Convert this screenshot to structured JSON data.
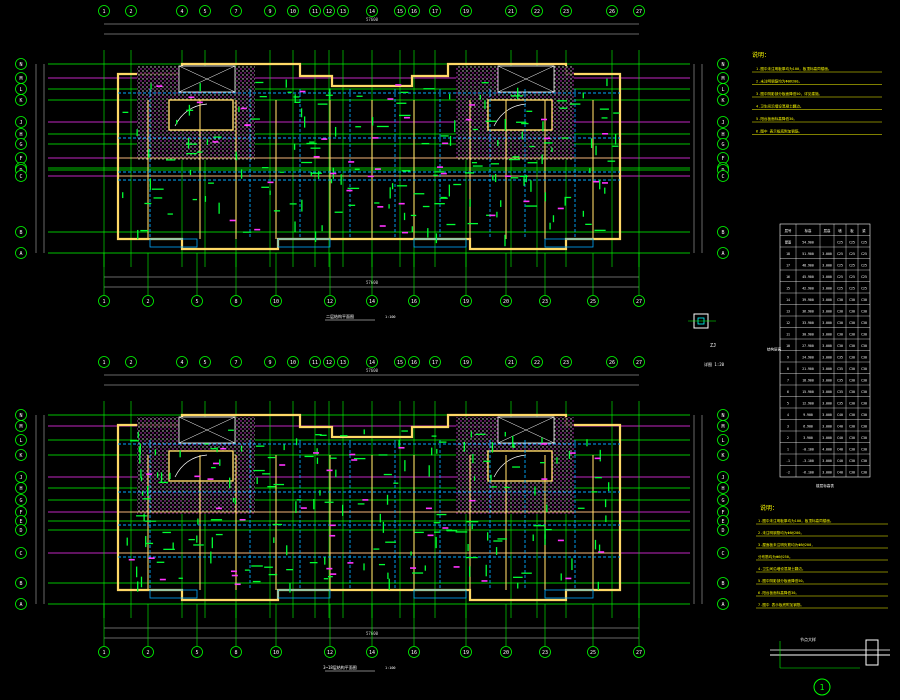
{
  "drawing": {
    "background": "#000000",
    "colors": {
      "grid": "#00ff00",
      "dim": "#cfcfcf",
      "wall": "#ffd966",
      "beam": "#00a8ff",
      "hatch": "#ff33ff",
      "slab": "#00ff33",
      "text_magenta": "#ff00ff",
      "white": "#ffffff",
      "cyan": "#00ffff"
    },
    "top_plan": {
      "column_axes": [
        "1",
        "2",
        "4",
        "5",
        "7",
        "9",
        "10",
        "11",
        "12",
        "13",
        "14",
        "15",
        "16",
        "17",
        "19",
        "21",
        "22",
        "23",
        "26",
        "27"
      ],
      "bottom_axes": [
        "1",
        "2",
        "5",
        "8",
        "10",
        "12",
        "14",
        "16",
        "19",
        "20",
        "23",
        "25",
        "27"
      ],
      "row_axes": [
        "N",
        "M",
        "L",
        "K",
        "J",
        "H",
        "G",
        "F",
        "E",
        "D",
        "C",
        "B",
        "A"
      ],
      "overall_dim": "57600",
      "title": "二层结构平面图",
      "scale": "1:100"
    },
    "bottom_plan": {
      "column_axes": [
        "1",
        "2",
        "4",
        "5",
        "7",
        "9",
        "10",
        "11",
        "12",
        "13",
        "14",
        "15",
        "16",
        "17",
        "19",
        "21",
        "22",
        "23",
        "26",
        "27"
      ],
      "bottom_axes": [
        "1",
        "2",
        "5",
        "8",
        "10",
        "12",
        "14",
        "16",
        "19",
        "20",
        "23",
        "25",
        "27"
      ],
      "row_axes": [
        "N",
        "M",
        "L",
        "K",
        "J",
        "H",
        "G",
        "F",
        "E",
        "D",
        "C",
        "B",
        "A"
      ],
      "overall_dim": "57600",
      "title": "3~18层结构平面图",
      "scale": "1:100"
    },
    "notes_top": {
      "heading": "说明：",
      "lines": [
        "1.图中未注明板厚均为100，板顶标高同楼面。",
        "2.未注明钢筋均为Φ8@200。",
        "3.图中阴影部分板面降低50，详见建施。",
        "4.卫生间沿墙设混凝土翻边。",
        "5.阳台板面标高降低30。",
        "6.图中 表示板底附加钢筋。"
      ]
    },
    "notes_bottom": {
      "heading": "说明：",
      "lines": [
        "1.图中未注明板厚均为100，板顶标高同楼面。",
        "2.未注明钢筋均为Φ8@200。",
        "3.屋面板未注明负筋均为Φ8@200，",
        "  分布筋均为Φ6@250。",
        "4.卫生间沿墙设混凝土翻边。",
        "5.图中阴影部分板面降低50。",
        "6.阳台板面标高降低30。",
        "7.图中 表示板底附加钢筋。"
      ]
    },
    "table": {
      "title": "楼层标高表",
      "col_heads": [
        "层号",
        "标高",
        "层高",
        "墙",
        "板",
        "梁"
      ],
      "rows": [
        [
          "屋面",
          "54.900",
          "",
          "C25",
          "C25",
          "C25"
        ],
        [
          "18",
          "51.900",
          "3.000",
          "C25",
          "C25",
          "C25"
        ],
        [
          "17",
          "48.900",
          "3.000",
          "C25",
          "C25",
          "C25"
        ],
        [
          "16",
          "45.900",
          "3.000",
          "C25",
          "C25",
          "C25"
        ],
        [
          "15",
          "42.900",
          "3.000",
          "C25",
          "C25",
          "C25"
        ],
        [
          "14",
          "39.900",
          "3.000",
          "C30",
          "C30",
          "C30"
        ],
        [
          "13",
          "36.900",
          "3.000",
          "C30",
          "C30",
          "C30"
        ],
        [
          "12",
          "33.900",
          "3.000",
          "C30",
          "C30",
          "C30"
        ],
        [
          "11",
          "30.900",
          "3.000",
          "C30",
          "C30",
          "C30"
        ],
        [
          "10",
          "27.900",
          "3.000",
          "C30",
          "C30",
          "C30"
        ],
        [
          "9",
          "24.900",
          "3.000",
          "C35",
          "C30",
          "C30"
        ],
        [
          "8",
          "21.900",
          "3.000",
          "C35",
          "C30",
          "C30"
        ],
        [
          "7",
          "18.900",
          "3.000",
          "C35",
          "C30",
          "C30"
        ],
        [
          "6",
          "15.900",
          "3.000",
          "C35",
          "C30",
          "C30"
        ],
        [
          "5",
          "12.900",
          "3.000",
          "C35",
          "C30",
          "C30"
        ],
        [
          "4",
          "9.900",
          "3.000",
          "C40",
          "C30",
          "C30"
        ],
        [
          "3",
          "6.900",
          "3.000",
          "C40",
          "C30",
          "C30"
        ],
        [
          "2",
          "3.900",
          "3.000",
          "C40",
          "C30",
          "C30"
        ],
        [
          "1",
          "-0.100",
          "4.000",
          "C40",
          "C30",
          "C30"
        ],
        [
          "-1",
          "-3.100",
          "3.000",
          "C40",
          "C30",
          "C30"
        ],
        [
          "-2",
          "-6.100",
          "3.000",
          "C40",
          "C30",
          "C30"
        ]
      ],
      "footer": "结构层高"
    },
    "detail_small": {
      "label": "ZJ",
      "sub": "详图 1:20"
    },
    "detail_section": {
      "label": "节点大样",
      "marker": "1"
    }
  }
}
